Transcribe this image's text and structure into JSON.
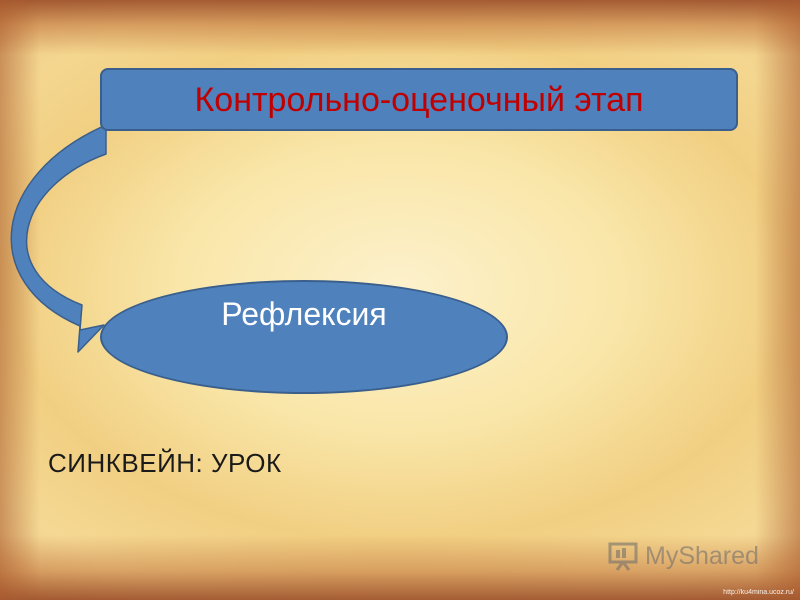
{
  "slide": {
    "title": "Контрольно-оценочный этап",
    "ellipse_label": "Рефлексия",
    "body_text": "СИНКВЕЙН: УРОК"
  },
  "watermark": {
    "brand": "MyShared",
    "url": "http://ku4mina.ucoz.ru/"
  },
  "colors": {
    "shape_fill": "#4f81bd",
    "shape_border": "#3a5f8c",
    "title_text": "#c00000",
    "label_text": "#ffffff"
  },
  "icons": [
    "curved-arrow",
    "presentation-board-icon"
  ]
}
